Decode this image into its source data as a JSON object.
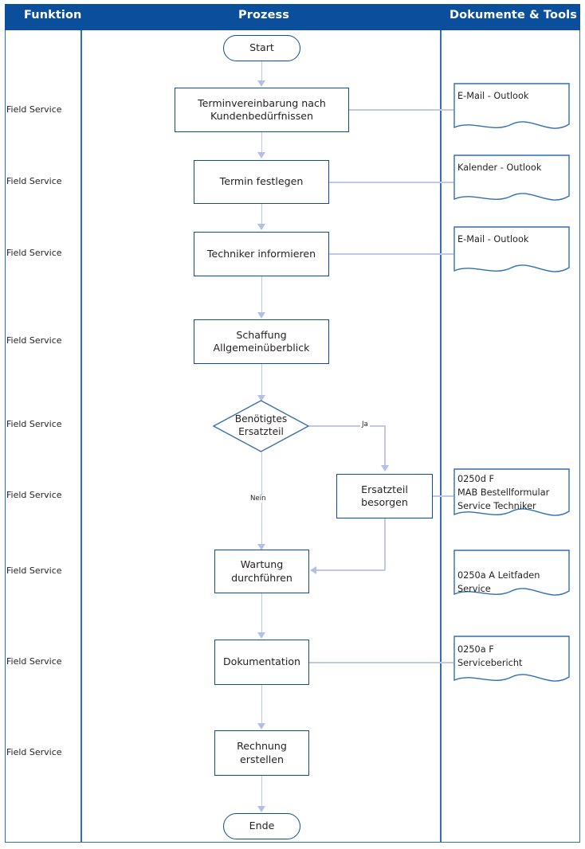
{
  "header": {
    "columns": [
      {
        "key": "funktion",
        "label": "Funktion"
      },
      {
        "key": "prozess",
        "label": "Prozess"
      },
      {
        "key": "dokumente",
        "label": "Dokumente & Tools"
      }
    ],
    "background_color": "#0b4f9c",
    "text_color": "#ffffff"
  },
  "colors": {
    "header_blue": "#0b4f9c",
    "shape_border_blue": "#0e4d93",
    "connector_lavender": "#bfc8e8",
    "grid_blue": "#2f6fb5",
    "text_dark": "#231f20"
  },
  "function_column": {
    "labels": [
      "Field Service",
      "Field Service",
      "Field Service",
      "Field Service",
      "Field Service",
      "Field Service",
      "Field Service",
      "Field Service",
      "Field Service"
    ]
  },
  "process_column": {
    "nodes": [
      {
        "id": "start",
        "type": "terminal",
        "label": "Start"
      },
      {
        "id": "n1",
        "type": "process",
        "label": "Terminvereinbarung nach Kundenbedürfnissen"
      },
      {
        "id": "n2",
        "type": "process",
        "label": "Termin festlegen"
      },
      {
        "id": "n3",
        "type": "process",
        "label": "Techniker informieren"
      },
      {
        "id": "n4",
        "type": "process",
        "label": "Schaffung Allgemeinüberblick"
      },
      {
        "id": "d1",
        "type": "decision",
        "label": "Benötigtes Ersatzteil"
      },
      {
        "id": "n5",
        "type": "process",
        "label": "Ersatzteil besorgen"
      },
      {
        "id": "n6",
        "type": "process",
        "label": "Wartung durchführen"
      },
      {
        "id": "n7",
        "type": "process",
        "label": "Dokumentation"
      },
      {
        "id": "n8",
        "type": "process",
        "label": "Rechnung erstellen"
      },
      {
        "id": "end",
        "type": "terminal",
        "label": "Ende"
      }
    ],
    "branch_labels": {
      "yes": "Ja",
      "no": "Nein"
    }
  },
  "documents_column": {
    "documents": [
      {
        "id": "doc1",
        "label": "E-Mail - Outlook"
      },
      {
        "id": "doc2",
        "label": "Kalender - Outlook"
      },
      {
        "id": "doc3",
        "label": "E-Mail - Outlook"
      },
      {
        "id": "doc4",
        "label": "0250d F\nMAB Bestellformular\nService Techniker"
      },
      {
        "id": "doc5",
        "label": "0250a A Leitfaden Service"
      },
      {
        "id": "doc6",
        "label": "0250a F\nServicebericht"
      }
    ]
  }
}
